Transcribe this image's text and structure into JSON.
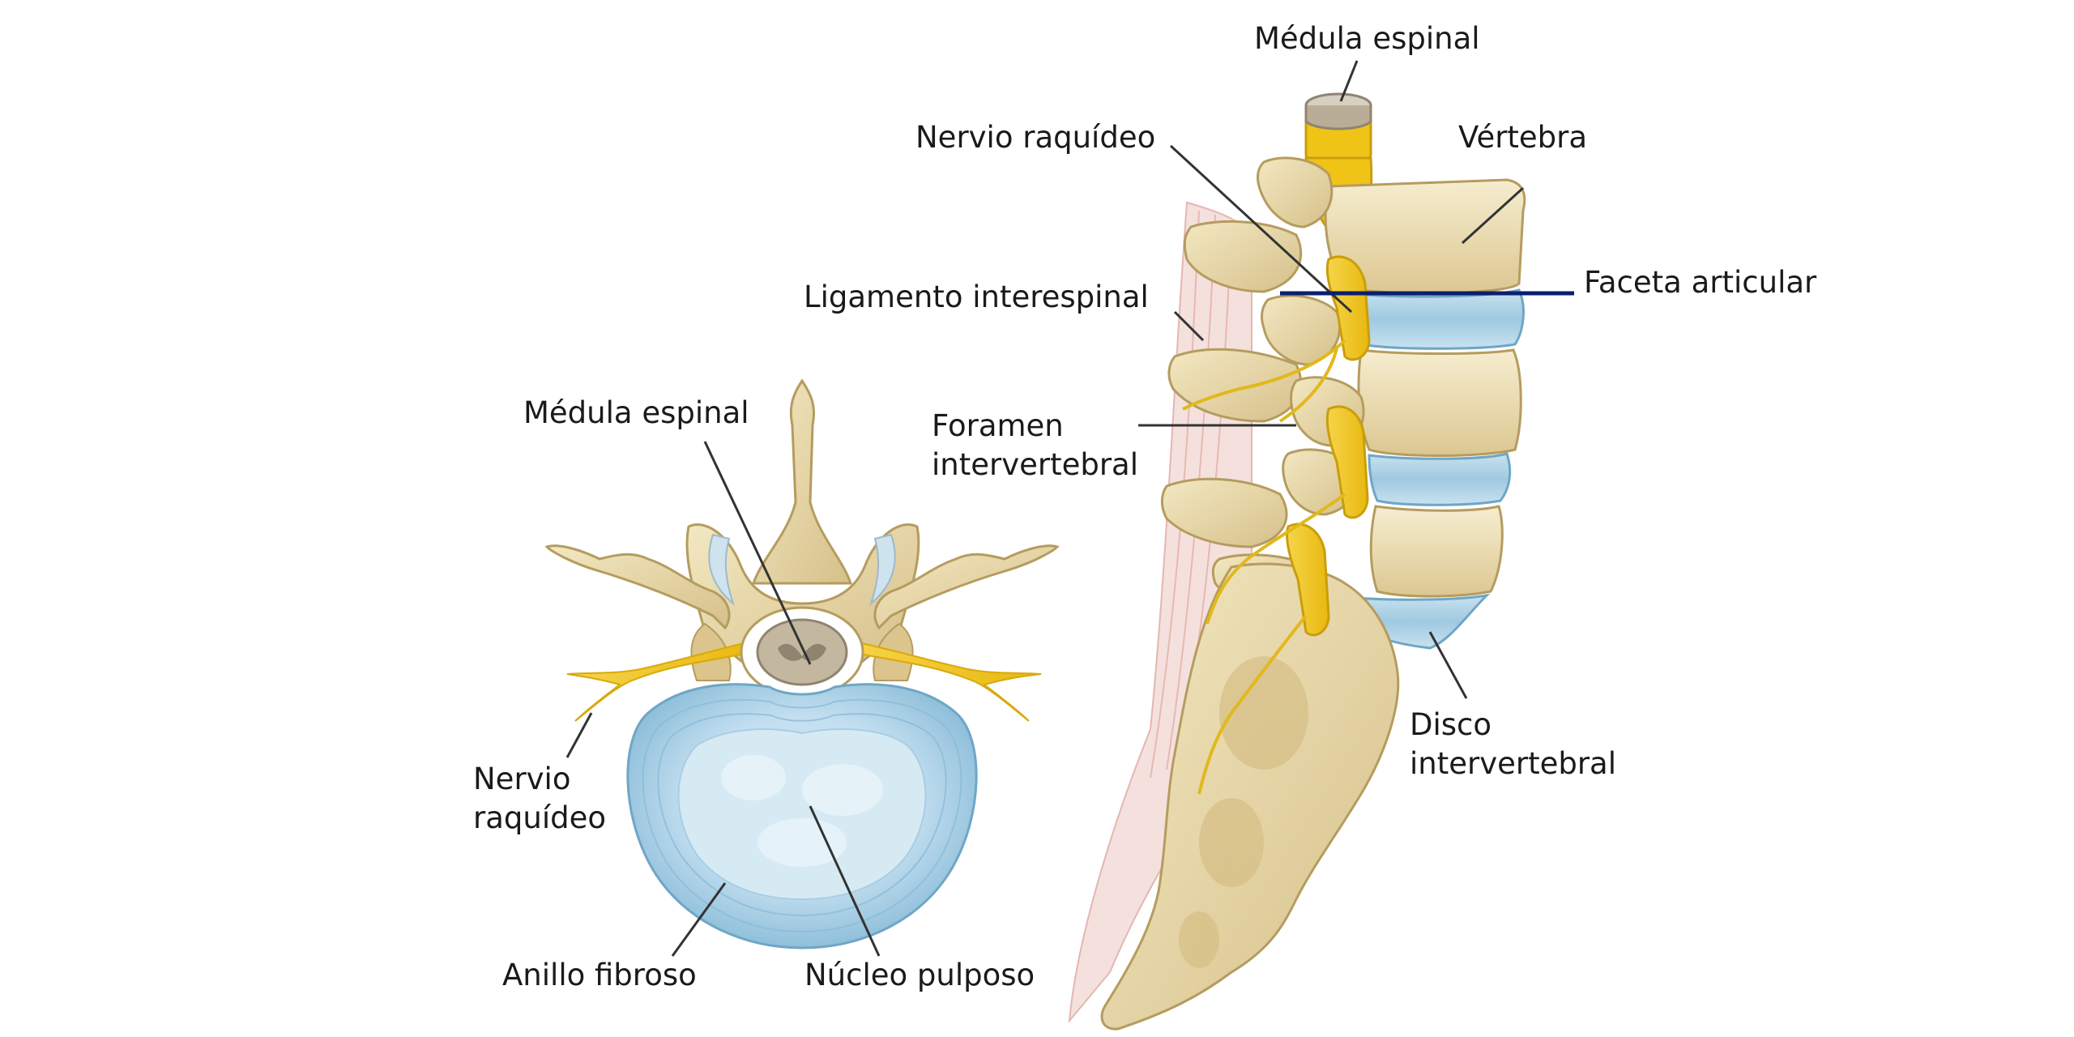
{
  "diagram": {
    "axial_view": {
      "labels": {
        "spinal_cord": "Médula espinal",
        "spinal_nerve_line1": "Nervio",
        "spinal_nerve_line2": "raquídeo",
        "annulus_fibrosus": "Anillo fibroso",
        "nucleus_pulposus": "Núcleo pulposo"
      }
    },
    "lateral_view": {
      "labels": {
        "spinal_cord": "Médula espinal",
        "spinal_nerve": "Nervio raquídeo",
        "vertebra": "Vértebra",
        "interspinous_ligament": "Ligamento interespinal",
        "facet_joint": "Faceta articular",
        "foramen_line1": "Foramen",
        "foramen_line2": "intervertebral",
        "disc_line1": "Disco",
        "disc_line2": "intervertebral"
      }
    },
    "colors": {
      "bone": "#e8d9a6",
      "bone_shadow": "#cdb57a",
      "disc": "#a9cfe3",
      "disc_core": "#d3e8f2",
      "nerve": "#f2c21b",
      "cord": "#b9ad97",
      "ligament": "#e8b7b2",
      "leader": "#333333",
      "facet_line": "#0b1f6e"
    }
  }
}
